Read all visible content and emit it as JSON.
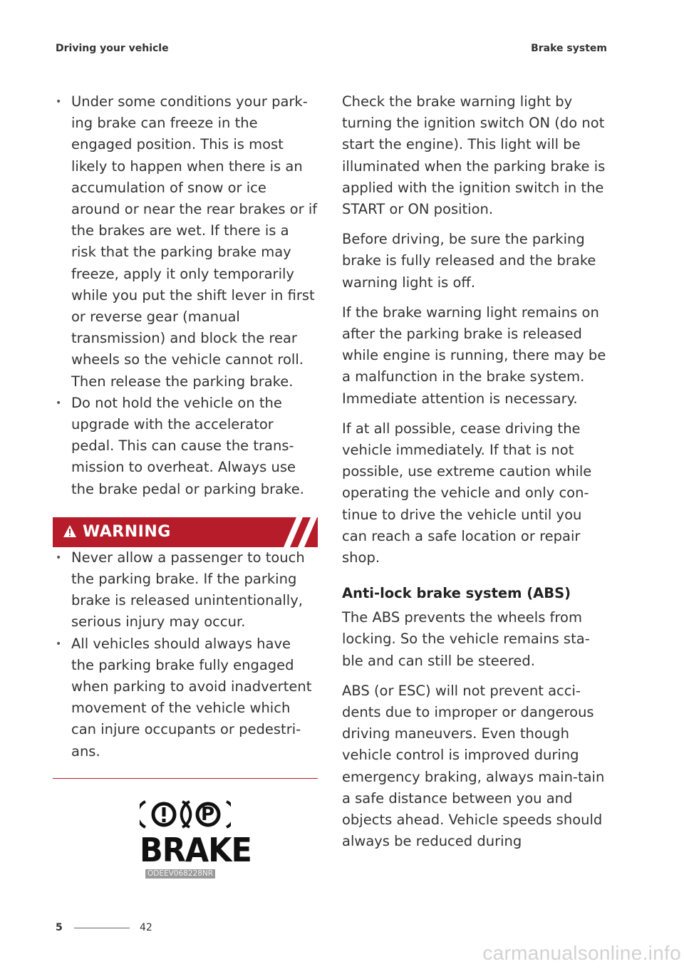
{
  "header": {
    "left": "Driving your vehicle",
    "right": "Brake system"
  },
  "left_column": {
    "bullets": [
      "Under some conditions your park-ing brake can freeze in the engaged position. This is most likely to happen when there is an accumulation of snow or ice around or near the rear brakes or if the brakes are wet. If there is a risk that the parking brake may freeze, apply it only temporarily while you put the shift lever in first or reverse gear (manual transmission) and block the rear wheels so the vehicle cannot roll. Then release the parking brake.",
      "Do not hold the vehicle on the upgrade with the accelerator pedal. This can cause the trans-mission to overheat. Always use the brake pedal or parking brake."
    ],
    "warning": {
      "title": "WARNING",
      "items": [
        "Never allow a passenger to touch the parking brake. If the parking brake is released unintentionally, serious injury may occur.",
        "All vehicles should always have the parking brake fully engaged when parking to avoid inadvertent movement of the vehicle which can injure occupants or pedestri-ans."
      ]
    },
    "figure": {
      "label": "BRAKE",
      "icon_left": "brake-warning-icon",
      "icon_right": "parking-brake-icon",
      "code": "ODEEV068228NR"
    }
  },
  "right_column": {
    "paragraphs": [
      "Check the brake warning light by turning the ignition switch ON (do not start the engine). This light will be illuminated when the parking brake is applied with the ignition switch in the START or ON position.",
      "Before driving, be sure the parking brake is fully released and the brake warning light is off.",
      "If the brake warning light remains on after the parking brake is released while engine is running, there may be a malfunction in the brake system. Immediate attention is necessary.",
      "If at all possible, cease driving the vehicle immediately. If that is not possible, use extreme caution while operating the vehicle and only con-tinue to drive the vehicle until you can reach a safe location or repair shop."
    ],
    "subheading": "Anti-lock brake system (ABS)",
    "abs_paragraphs": [
      "The ABS prevents the wheels from locking. So the vehicle remains sta-ble and can still be steered.",
      "ABS (or ESC) will not prevent acci-dents due to improper or dangerous driving maneuvers. Even though vehicle control is improved during emergency braking, always main-tain a safe distance between you and objects ahead. Vehicle speeds should always be reduced during"
    ]
  },
  "footer": {
    "chapter": "5",
    "page": "42"
  },
  "watermark": "carmanualsonline.info",
  "colors": {
    "accent": "#b71c2a"
  }
}
